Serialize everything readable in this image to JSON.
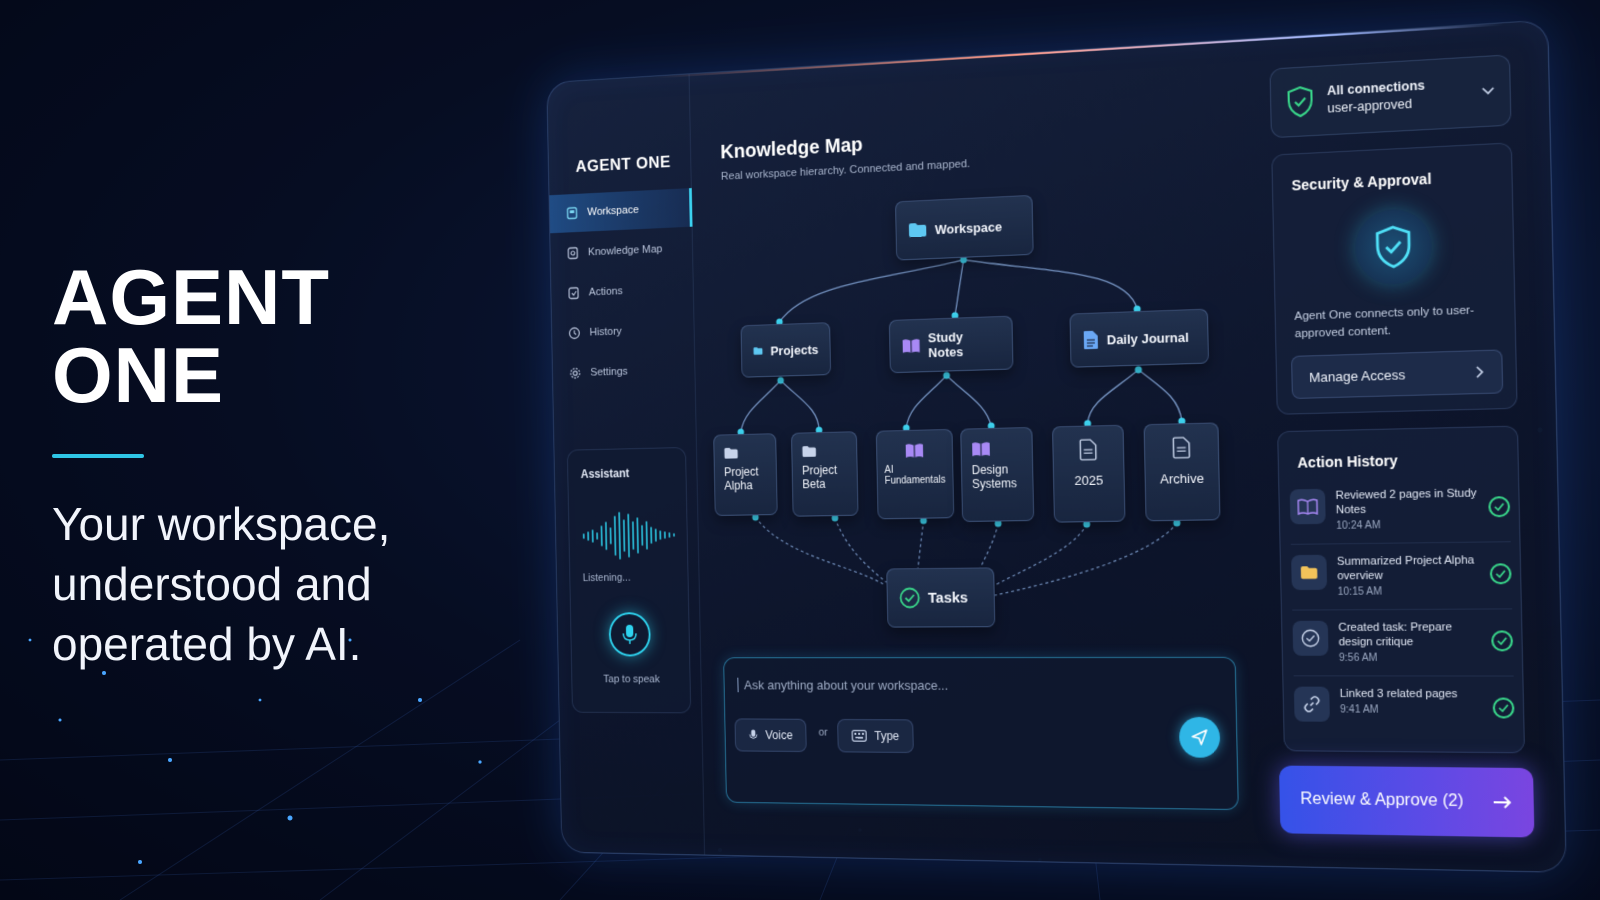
{
  "hero": {
    "title": "AGENT ONE",
    "subtitle_lines": [
      "Your workspace,",
      "understood and",
      "operated by AI."
    ]
  },
  "sidebar": {
    "brand": "AGENT ONE",
    "items": [
      {
        "label": "Workspace",
        "icon": "workspace-icon",
        "active": true
      },
      {
        "label": "Knowledge Map",
        "icon": "knowledge-map-icon",
        "active": false
      },
      {
        "label": "Actions",
        "icon": "actions-icon",
        "active": false
      },
      {
        "label": "History",
        "icon": "history-icon",
        "active": false
      },
      {
        "label": "Settings",
        "icon": "gear-icon",
        "active": false
      }
    ],
    "assistant": {
      "title": "Assistant",
      "status": "Listening...",
      "tap_label": "Tap to speak"
    }
  },
  "main": {
    "title": "Knowledge Map",
    "subtitle": "Real workspace hierarchy. Connected and mapped.",
    "nodes": {
      "workspace": "Workspace",
      "projects": "Projects",
      "study_notes": "Study Notes",
      "daily_journal": "Daily Journal",
      "project_alpha": "Project Alpha",
      "project_beta": "Project Beta",
      "ai_fundamentals": "AI Fundamentals",
      "design_systems": "Design Systems",
      "year_2025": "2025",
      "archive": "Archive",
      "tasks": "Tasks"
    },
    "ask": {
      "placeholder": "Ask anything about your workspace...",
      "voice_label": "Voice",
      "or_label": "or",
      "type_label": "Type"
    }
  },
  "connections": {
    "line1": "All connections",
    "line2": "user-approved"
  },
  "security": {
    "title": "Security & Approval",
    "text": "Agent One connects only to user-approved content.",
    "manage_label": "Manage Access"
  },
  "history": {
    "title": "Action History",
    "items": [
      {
        "text": "Reviewed 2 pages in Study Notes",
        "time": "10:24 AM",
        "icon": "book-icon"
      },
      {
        "text": "Summarized Project Alpha overview",
        "time": "10:15 AM",
        "icon": "folder-icon"
      },
      {
        "text": "Created task: Prepare design critique",
        "time": "9:56 AM",
        "icon": "check-circle-icon"
      },
      {
        "text": "Linked 3 related pages",
        "time": "9:41 AM",
        "icon": "link-icon"
      }
    ]
  },
  "review": {
    "label": "Review & Approve (2)"
  },
  "colors": {
    "accent": "#2fc6e6",
    "success": "#39d68a",
    "purple": "#7a45e0",
    "blue": "#3552e8"
  }
}
